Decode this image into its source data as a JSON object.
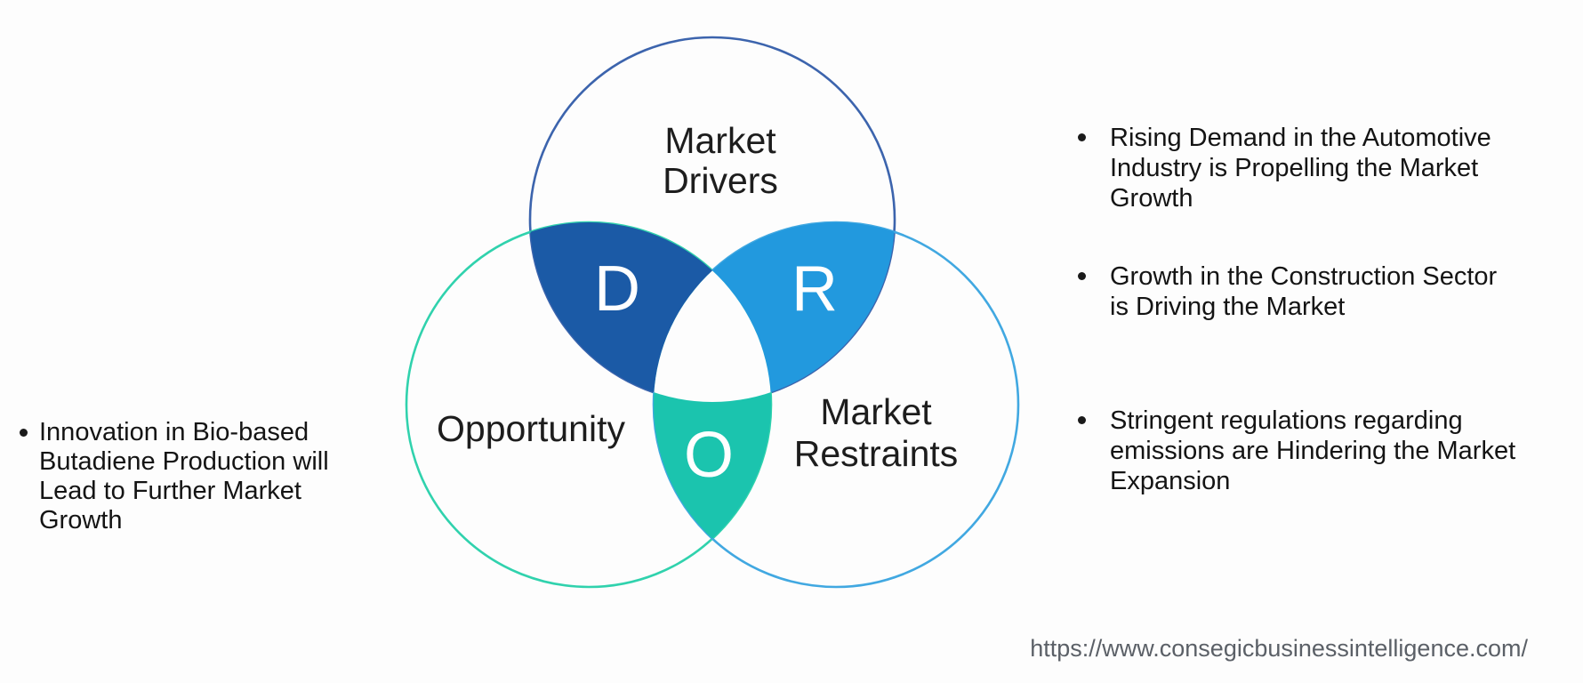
{
  "venn": {
    "background": "#fdfdfd",
    "center_fill": "#fdfdfd",
    "letter_color": "#ffffff",
    "drivers": {
      "label_lines": [
        "Market",
        "Drivers"
      ],
      "letter": "D",
      "outline_color": "#3c64ad",
      "fill_color": "#1b5aa6"
    },
    "opportunity": {
      "label_lines": [
        "Opportunity"
      ],
      "letter": "O",
      "outline_color": "#30d2ad",
      "fill_color": "#1bc4ae"
    },
    "restraints": {
      "label_lines": [
        "Market",
        "Restraints"
      ],
      "letter": "R",
      "outline_color": "#41a8e1",
      "fill_color": "#2299de"
    }
  },
  "left_note": {
    "text": "Innovation in Bio-based Butadiene Production will Lead to Further Market Growth",
    "lines": [
      "Innovation in Bio-based",
      "Butadiene Production will",
      "Lead to Further Market",
      "Growth"
    ]
  },
  "right_notes": [
    {
      "text": "Rising Demand in the Automotive Industry is Propelling the Market Growth",
      "lines": [
        "Rising Demand in the Automotive",
        "Industry is Propelling the Market",
        "Growth"
      ]
    },
    {
      "text": "Growth in the Construction Sector is Driving the Market",
      "lines": [
        "Growth in the Construction Sector",
        "is Driving the Market"
      ]
    },
    {
      "text": "Stringent regulations regarding emissions are Hindering the Market Expansion",
      "lines": [
        "Stringent regulations regarding",
        "emissions are Hindering the Market",
        "Expansion"
      ]
    }
  ],
  "footer": {
    "url": "https://www.consegicbusinessintelligence.com/"
  }
}
